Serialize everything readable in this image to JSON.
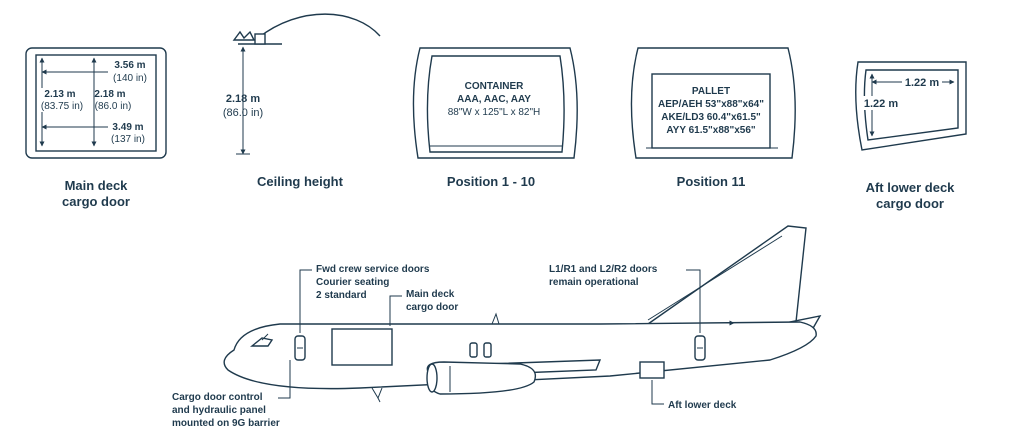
{
  "main_deck_door": {
    "caption_line1": "Main deck",
    "caption_line2": "cargo door",
    "top_width": "3.56 m",
    "top_width_in": "(140 in)",
    "left_height": "2.13 m",
    "left_height_in": "(83.75 in)",
    "center_height": "2.18 m",
    "center_height_in": "(86.0 in)",
    "bottom_width": "3.49 m",
    "bottom_width_in": "(137 in)"
  },
  "ceiling": {
    "caption": "Ceiling height",
    "height": "2.18 m",
    "height_in": "(86.0 in)"
  },
  "position_1_10": {
    "caption": "Position 1 - 10",
    "title": "CONTAINER",
    "types": "AAA, AAC, AAY",
    "dims": "88\"W x 125\"L x 82\"H"
  },
  "position_11": {
    "caption": "Position 11",
    "title": "PALLET",
    "row1": "AEP/AEH 53\"x88\"x64\"",
    "row2": "AKE/LD3 60.4\"x61.5\"",
    "row3": "AYY 61.5\"x88\"x56\""
  },
  "aft_door": {
    "caption_line1": "Aft lower deck",
    "caption_line2": "cargo door",
    "width": "1.22 m",
    "height": "1.22 m"
  },
  "callouts": {
    "fwd_line1": "Fwd crew service doors",
    "fwd_line2": "Courier seating",
    "fwd_line3": "2 standard",
    "main_door_line1": "Main deck",
    "main_door_line2": "cargo door",
    "l1_line1": "L1/R1 and L2/R2 doors",
    "l1_line2": "remain operational",
    "control_line1": "Cargo door control",
    "control_line2": "and hydraulic panel",
    "control_line3": "mounted on 9G barrier",
    "aft_lower": "Aft lower deck"
  }
}
